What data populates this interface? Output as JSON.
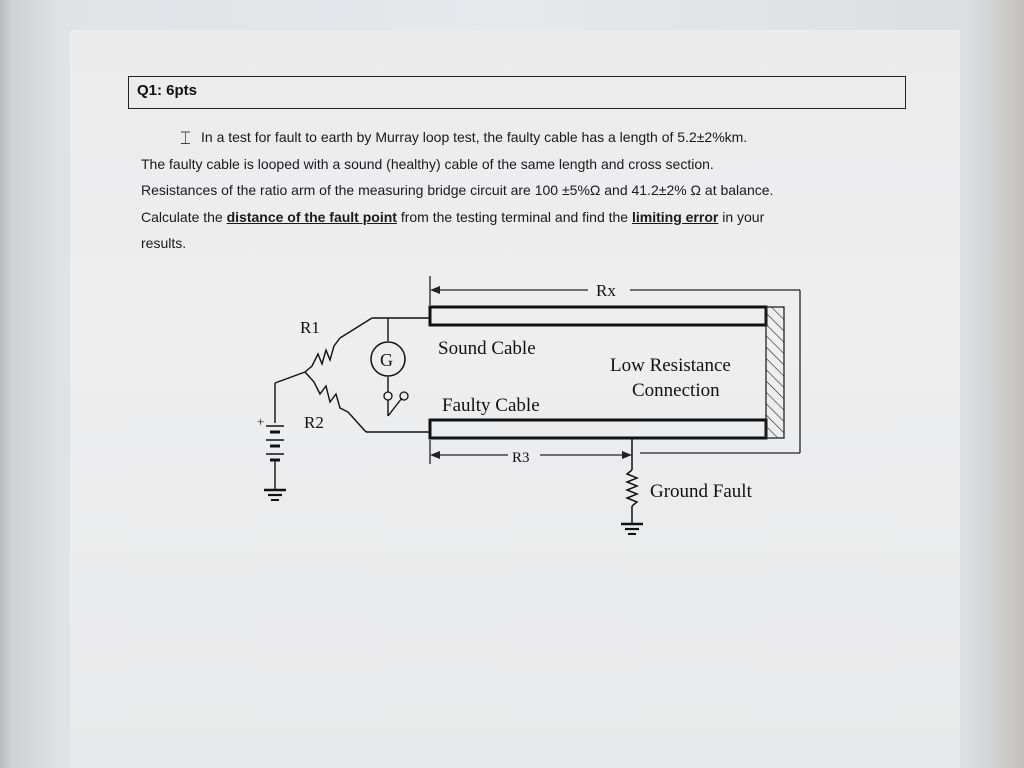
{
  "question": {
    "label": "Q1: 6pts"
  },
  "problem": {
    "line1": "In a test for fault to earth by Murray loop test, the faulty cable has a length of 5.2±2%km.",
    "line2": "The faulty cable is looped with a sound (healthy) cable of the same length and cross section.",
    "line3": "Resistances of the ratio arm of the measuring bridge circuit are 100 ±5%Ω and 41.2±2% Ω at balance.",
    "line4_a": "Calculate the ",
    "line4_b": "distance of the fault point",
    "line4_c": " from the testing terminal and find the ",
    "line4_d": "limiting error",
    "line4_e": " in your",
    "line5": "results."
  },
  "diagram": {
    "labels": {
      "rx": "Rx",
      "r1": "R1",
      "r2": "R2",
      "r3": "R3",
      "galvanometer": "G",
      "sound_cable": "Sound Cable",
      "faulty_cable": "Faulty Cable",
      "low_res_1": "Low Resistance",
      "low_res_2": "Connection",
      "ground_fault": "Ground Fault",
      "battery_plus": "+"
    }
  }
}
